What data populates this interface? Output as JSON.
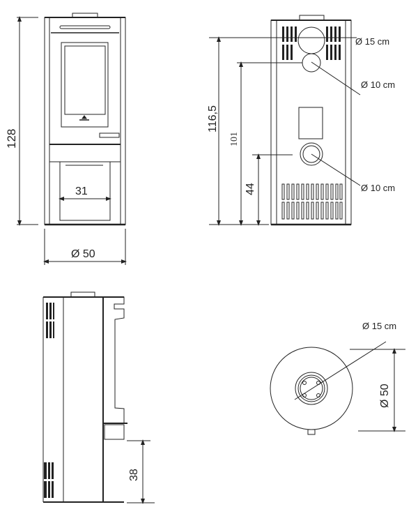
{
  "front_view": {
    "height_label": "128",
    "inner_width_label": "31",
    "diameter_label": "Ø 50"
  },
  "rear_view": {
    "height_top_outlet_label": "116,5",
    "height_rear_outlet_label": "101",
    "height_air_inlet_label": "44",
    "top_outlet_label": "Ø 15 cm",
    "rear_outlet_label": "Ø 10 cm",
    "air_inlet_label": "Ø 10 cm"
  },
  "side_view": {
    "base_height_label": "38"
  },
  "top_view": {
    "outlet_label": "Ø 15 cm",
    "diameter_label": "Ø 50"
  },
  "colors": {
    "line": "#222222",
    "background": "#ffffff"
  }
}
